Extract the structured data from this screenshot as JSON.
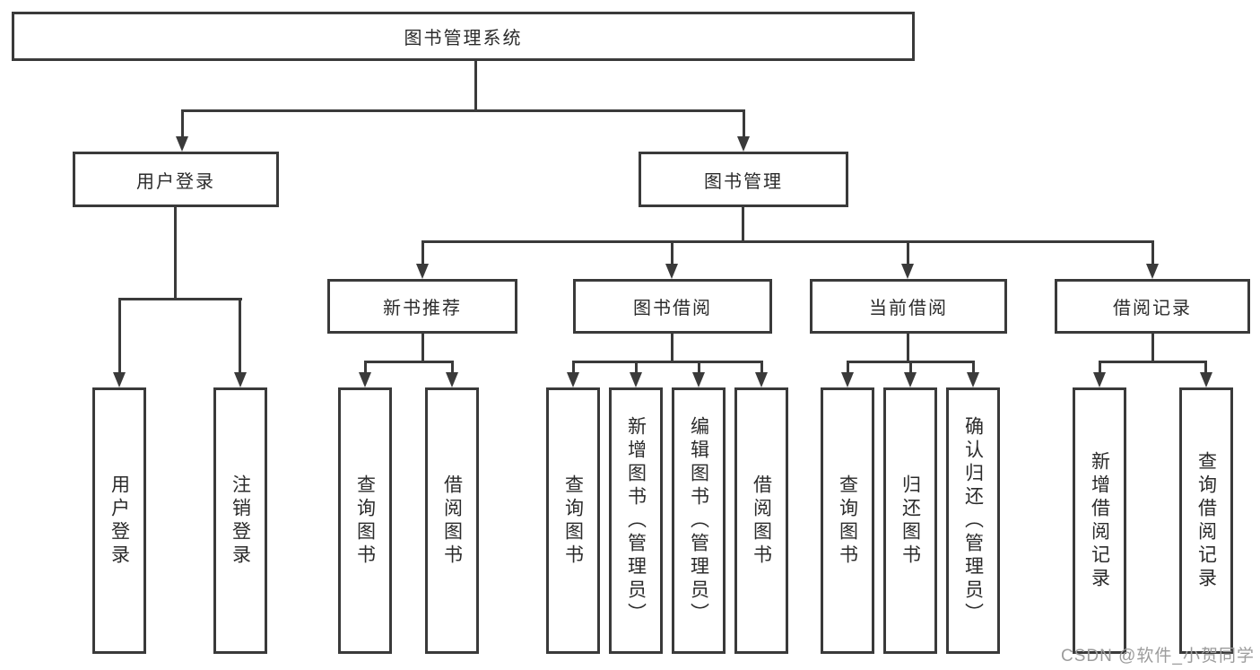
{
  "tree": {
    "root": {
      "label": "图书管理系统"
    },
    "level2": [
      {
        "label": "用户登录"
      },
      {
        "label": "图书管理"
      }
    ],
    "level3": [
      {
        "label": "新书推荐"
      },
      {
        "label": "图书借阅"
      },
      {
        "label": "当前借阅"
      },
      {
        "label": "借阅记录"
      }
    ],
    "leaves": {
      "user_login": [
        {
          "label": "用户登录"
        },
        {
          "label": "注销登录"
        }
      ],
      "new_book_recommend": [
        {
          "label": "查询图书"
        },
        {
          "label": "借阅图书"
        }
      ],
      "book_borrow": [
        {
          "label": "查询图书"
        },
        {
          "label": "新增图书（管理员）"
        },
        {
          "label": "编辑图书（管理员）"
        },
        {
          "label": "借阅图书"
        }
      ],
      "current_borrow": [
        {
          "label": "查询图书"
        },
        {
          "label": "归还图书"
        },
        {
          "label": "确认归还（管理员）"
        }
      ],
      "borrow_records": [
        {
          "label": "新增借阅记录"
        },
        {
          "label": "查询借阅记录"
        }
      ]
    }
  },
  "watermark": {
    "text": "CSDN @软件_小贺同学"
  },
  "colors": {
    "line": "#3a3a3a",
    "text": "#2b2b2b",
    "watermark": "#9c9c9c",
    "background": "#ffffff"
  }
}
